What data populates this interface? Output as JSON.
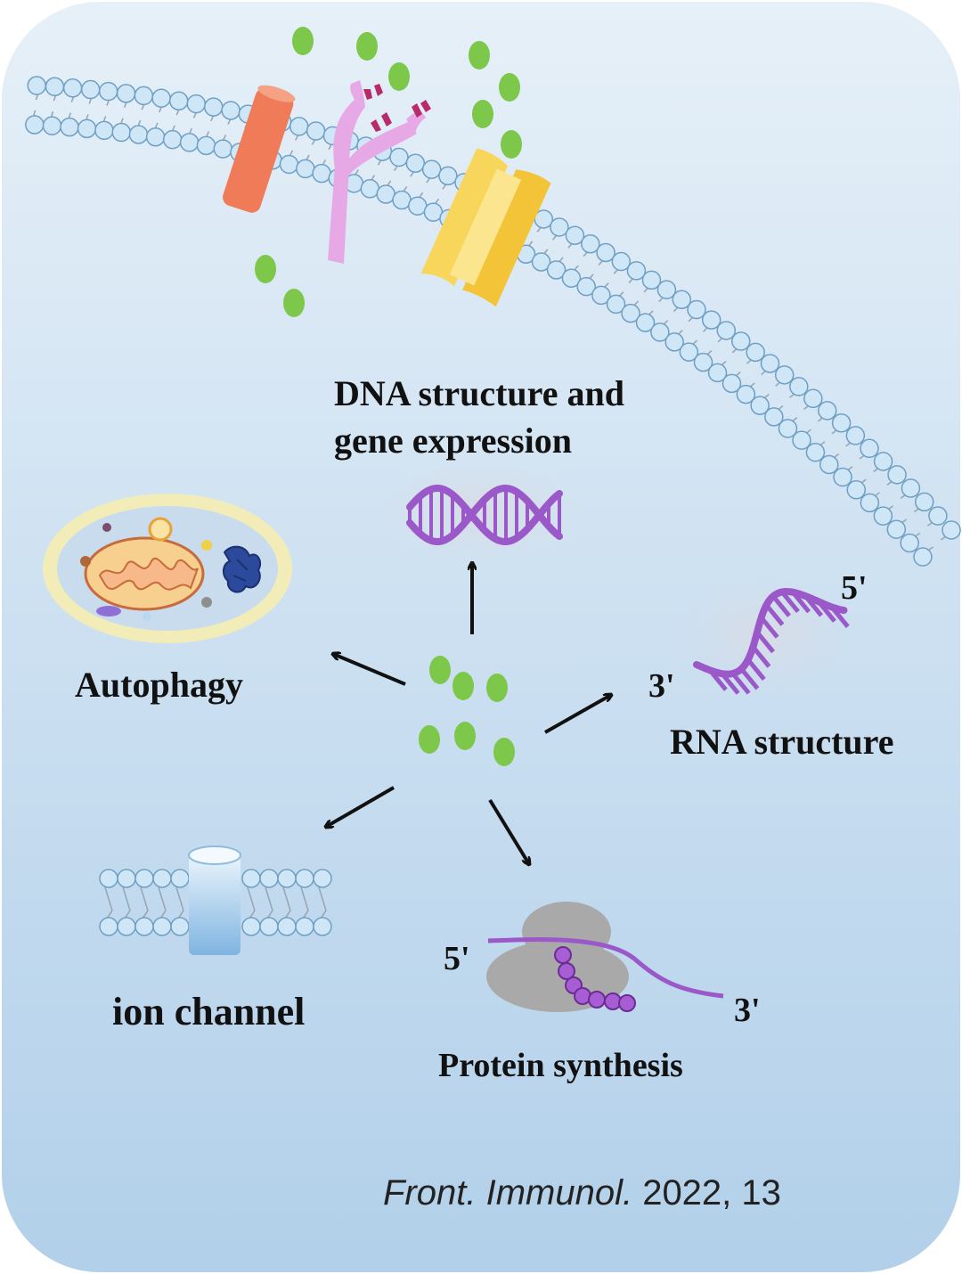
{
  "labels": {
    "dna_line1": "DNA structure and",
    "dna_line2": "gene expression",
    "autophagy": "Autophagy",
    "rna": "RNA structure",
    "ion_channel": "ion channel",
    "protein": "Protein synthesis",
    "rna_5": "5'",
    "rna_3": "3'",
    "mrna_5": "5'",
    "mrna_3": "3'"
  },
  "citation": {
    "journal": "Front. Immunol.",
    "year_volume": " 2022, 13"
  },
  "colors": {
    "ion_green": "#7dc74a",
    "membrane_head": "#cfe6f6",
    "membrane_edge": "#6f9fc4",
    "receptor_pink": "#e7a9e6",
    "ligand_crimson": "#b82a6a",
    "channel_orange": "#ef7b58",
    "transporter_yellow": "#f8d65c",
    "nucleic_purple": "#9a58c8",
    "ribosome_gray": "#a9a9a9",
    "vesicle_yellow": "#f2ecb8"
  }
}
